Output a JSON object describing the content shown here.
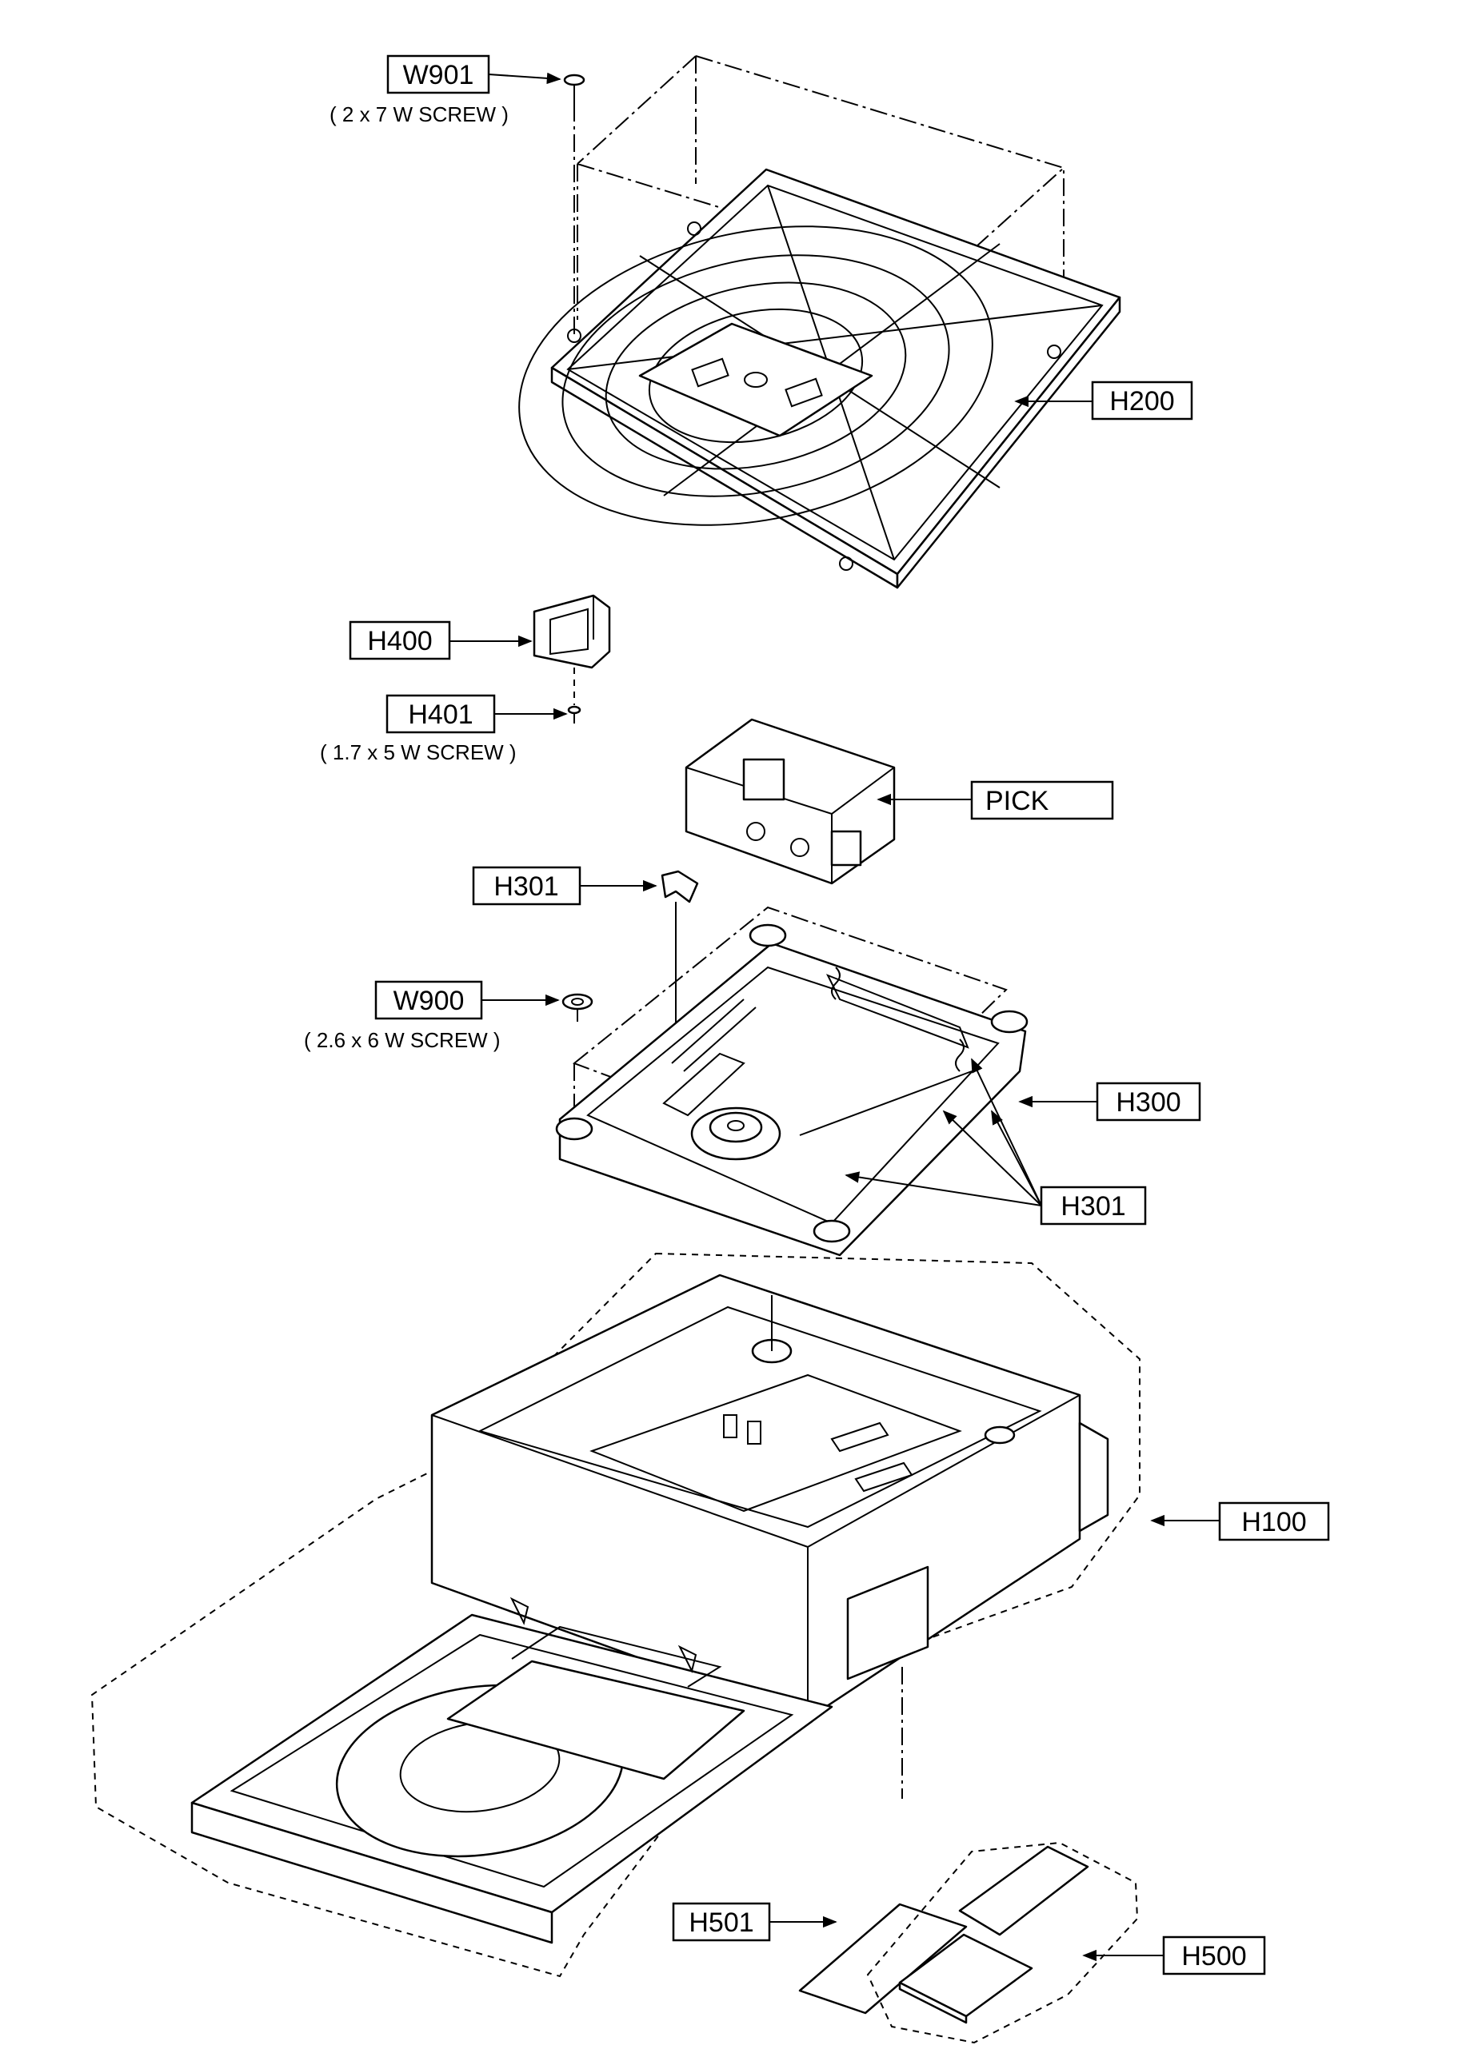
{
  "callouts": {
    "w901": "W901",
    "w901_note": "( 2 x 7 W SCREW )",
    "h200": "H200",
    "h400": "H400",
    "h401": "H401",
    "h401_note": "( 1.7 x 5 W SCREW )",
    "pick": "PICK",
    "h301_top": "H301",
    "w900": "W900",
    "w900_note": "( 2.6 x 6 W SCREW )",
    "h300": "H300",
    "h301_bottom": "H301",
    "h100": "H100",
    "h501": "H501",
    "h500": "H500"
  }
}
